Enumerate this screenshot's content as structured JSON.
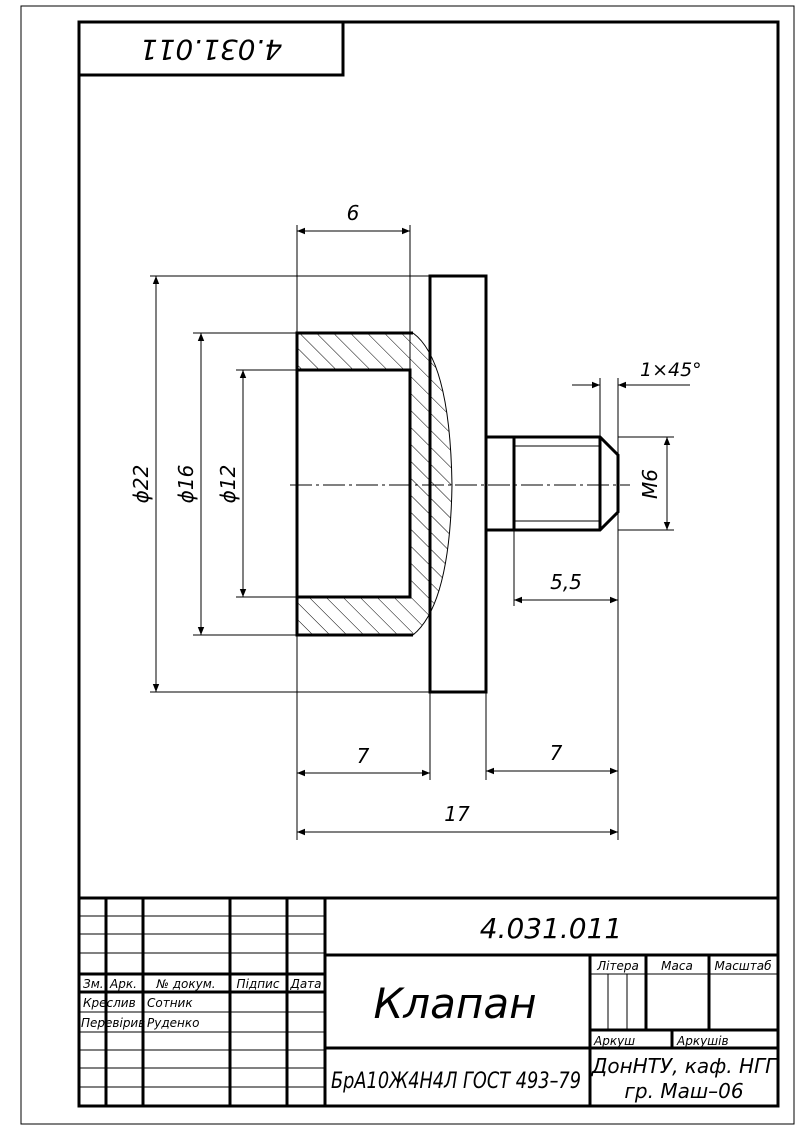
{
  "sheet": {
    "corner_code": "4.031.011"
  },
  "drawing": {
    "dims": {
      "top_width": "6",
      "chamfer": "1×45°",
      "d_outer": "ϕ22",
      "d_mid": "ϕ16",
      "d_bore": "ϕ12",
      "thread": "M6",
      "thread_len": "5,5",
      "left_len": "7",
      "right_len": "7",
      "total_len": "17"
    }
  },
  "title_block": {
    "designation": "4.031.011",
    "part_name": "Клапан",
    "material": "БрА10Ж4Н4Л ГОСТ 493–79",
    "org_line1": "ДонНТУ, каф. НГГ",
    "org_line2": "гр. Маш–06",
    "headers": {
      "zm": "Зм.",
      "ark": "Арк.",
      "doc_no": "№ докум.",
      "sign": "Підпис",
      "date": "Дата",
      "litera": "Літера",
      "mass": "Маса",
      "scale": "Масштаб",
      "sheet": "Аркуш",
      "sheets": "Аркушів"
    },
    "roles": {
      "drawn_label": "Креслив",
      "drawn_name": "Сотник",
      "checked_label": "Перевірив",
      "checked_name": "Руденко"
    }
  }
}
